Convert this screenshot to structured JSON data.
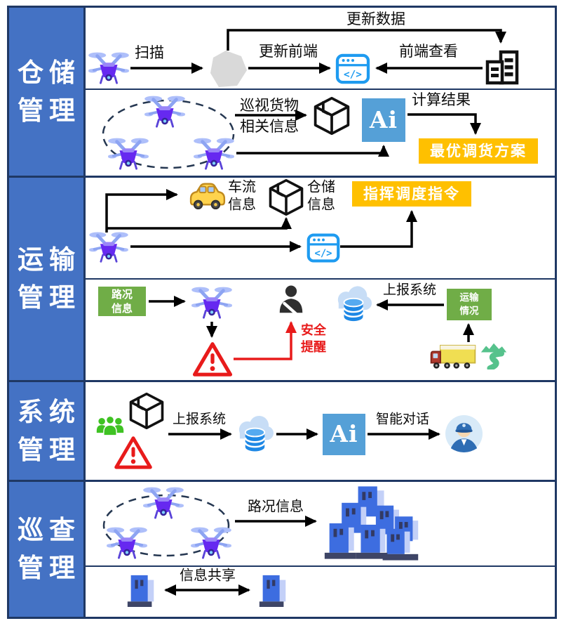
{
  "sidebar": {
    "sections": [
      {
        "line1": "仓储",
        "line2": "管理"
      },
      {
        "line1": "运输",
        "line2": "管理"
      },
      {
        "line1": "系统",
        "line2": "管理"
      },
      {
        "line1": "巡查",
        "line2": "管理"
      }
    ]
  },
  "warehouse_row1": {
    "scan": "扫描",
    "update_data": "更新数据",
    "update_frontend": "更新前端",
    "frontend_view": "前端查看"
  },
  "warehouse_row2": {
    "patrol_info_line1": "巡视货物",
    "patrol_info_line2": "相关信息",
    "ai_label": "Ai",
    "calc_result": "计算结果",
    "optimal_plan": "最优调货方案"
  },
  "transport_row1": {
    "traffic_line1": "车流",
    "traffic_line2": "信息",
    "warehouse_line1": "仓储",
    "warehouse_line2": "信息",
    "dispatch_order": "指挥调度指令"
  },
  "transport_row2": {
    "road_line1": "路况",
    "road_line2": "信息",
    "safety_line1": "安全",
    "safety_line2": "提醒",
    "report_system": "上报系统",
    "status_line1": "运输",
    "status_line2": "情况"
  },
  "system_row": {
    "report_system": "上报系统",
    "ai_label": "Ai",
    "smart_dialog": "智能对话"
  },
  "patrol_row1": {
    "road_info": "路况信息"
  },
  "patrol_row2": {
    "info_share": "信息共享"
  },
  "colors": {
    "sidebar_blue": "#4472C4",
    "frame_navy": "#1F3864",
    "accent_orange": "#FFC000",
    "accent_green": "#70AD47",
    "ai_blue": "#55A0D7",
    "browser_blue": "#1E9BF0",
    "alert_red": "#E81B1B",
    "drone_purple": "#6629F0",
    "building_blue": "#3D6DE0"
  }
}
